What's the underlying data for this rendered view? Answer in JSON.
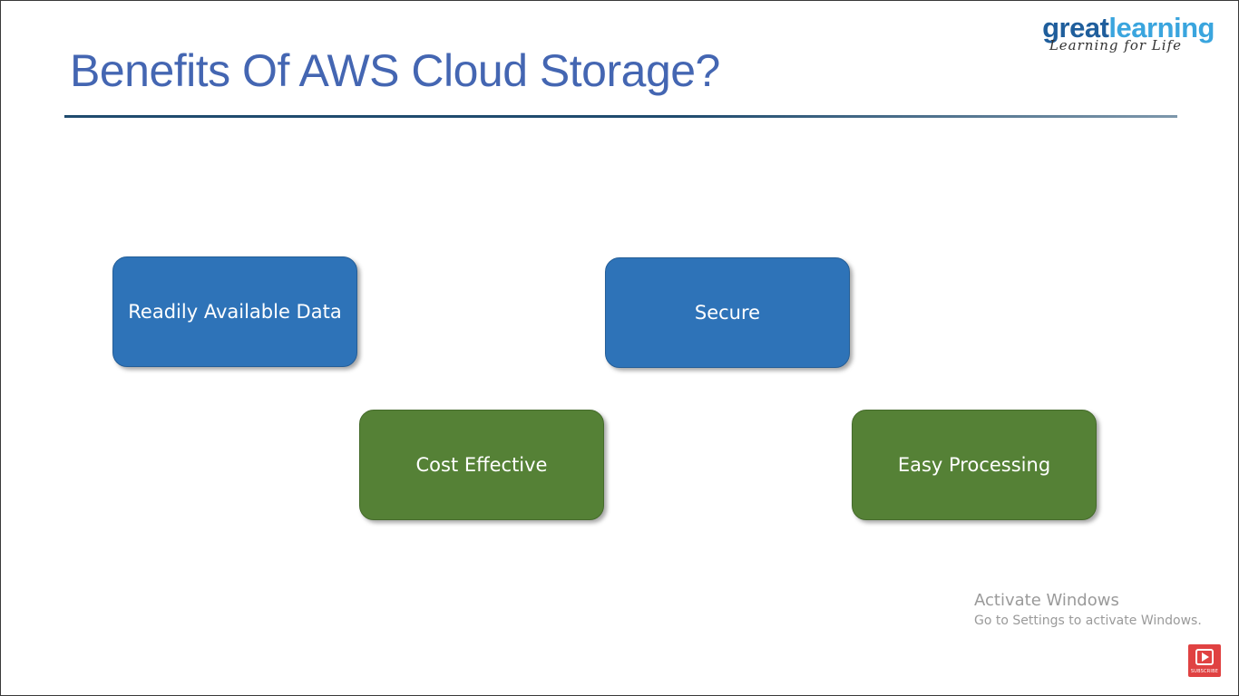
{
  "slide": {
    "title": "Benefits Of AWS Cloud Storage?",
    "boxes": [
      {
        "label": "Readily Available Data",
        "color": "#2e73b8"
      },
      {
        "label": "Secure",
        "color": "#2e73b8"
      },
      {
        "label": "Cost Effective",
        "color": "#558136"
      },
      {
        "label": "Easy Processing",
        "color": "#558136"
      }
    ]
  },
  "logo": {
    "great": "great",
    "learning": "learning",
    "tagline": "Learning for Life",
    "colors": {
      "great": "#1f5e9c",
      "learning": "#3aa5de"
    }
  },
  "watermark": {
    "title": "Activate Windows",
    "subtitle": "Go to Settings to activate Windows."
  },
  "subscribe": {
    "icon": "play-icon",
    "label": "SUBSCRIBE"
  },
  "colors": {
    "title": "#4466b2",
    "rule": "#1f4b6e"
  }
}
